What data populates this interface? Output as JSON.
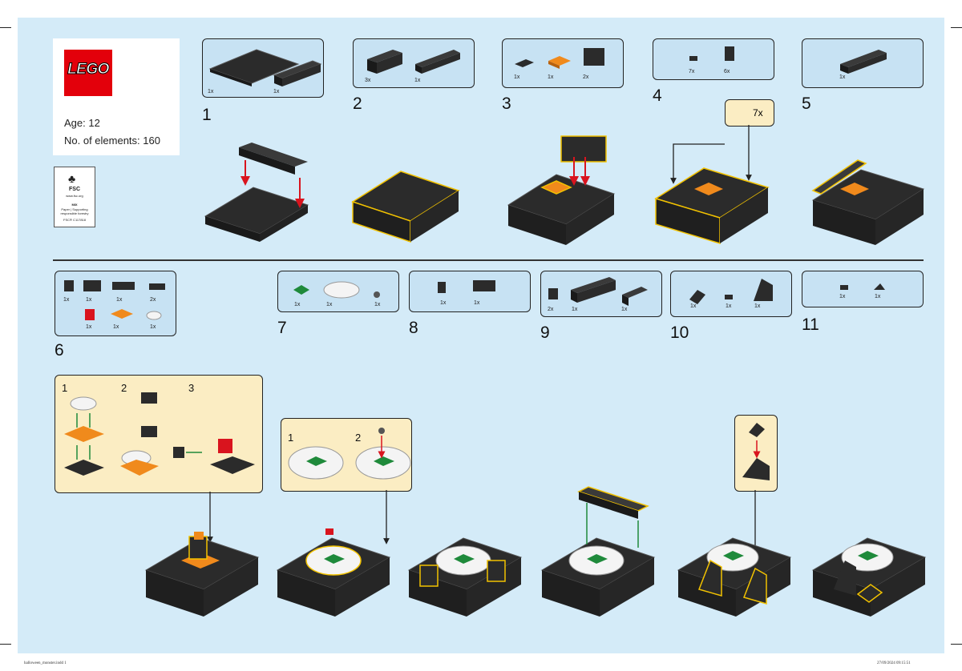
{
  "brand": {
    "logo_text": "LEGO"
  },
  "product": {
    "age_label": "Age: 12",
    "elements_label": "No. of elements: 160"
  },
  "fsc": {
    "logo": "FSC",
    "site": "www.fsc.org",
    "mix": "MIX",
    "desc": "Paper | Supporting responsible forestry",
    "code": "FSC® C117818"
  },
  "steps": [
    {
      "number": "1",
      "counts": [
        "1x",
        "1x"
      ]
    },
    {
      "number": "2",
      "counts": [
        "3x",
        "1x"
      ]
    },
    {
      "number": "3",
      "counts": [
        "1x",
        "1x",
        "2x"
      ]
    },
    {
      "number": "4",
      "counts": [
        "7x",
        "6x"
      ]
    },
    {
      "number": "5",
      "counts": [
        "1x"
      ]
    },
    {
      "number": "6",
      "counts": [
        "1x",
        "1x",
        "1x",
        "2x",
        "1x",
        "1x",
        "1x"
      ]
    },
    {
      "number": "7",
      "counts": [
        "1x",
        "1x",
        "1x"
      ]
    },
    {
      "number": "8",
      "counts": [
        "1x",
        "1x"
      ]
    },
    {
      "number": "9",
      "counts": [
        "2x",
        "1x",
        "1x"
      ]
    },
    {
      "number": "10",
      "counts": [
        "1x",
        "1x",
        "1x"
      ]
    },
    {
      "number": "11",
      "counts": [
        "1x",
        "1x"
      ]
    }
  ],
  "multiplier_callout": "7x",
  "substeps_a": [
    "1",
    "2",
    "3"
  ],
  "substeps_b": [
    "1",
    "2"
  ],
  "footer": {
    "file": "halloween_monster.indd 1",
    "timestamp": "27/09/2024 09:15:51"
  },
  "colors": {
    "background": "#d4ebf8",
    "panel": "#c7e2f3",
    "callout": "#fbedc3",
    "brick": "#2b2b2b",
    "highlight": "#f2c200",
    "logo_red": "#e3000b",
    "orange": "#f08a1c",
    "green": "#1f8a3b",
    "arrow_red": "#d9141e"
  }
}
